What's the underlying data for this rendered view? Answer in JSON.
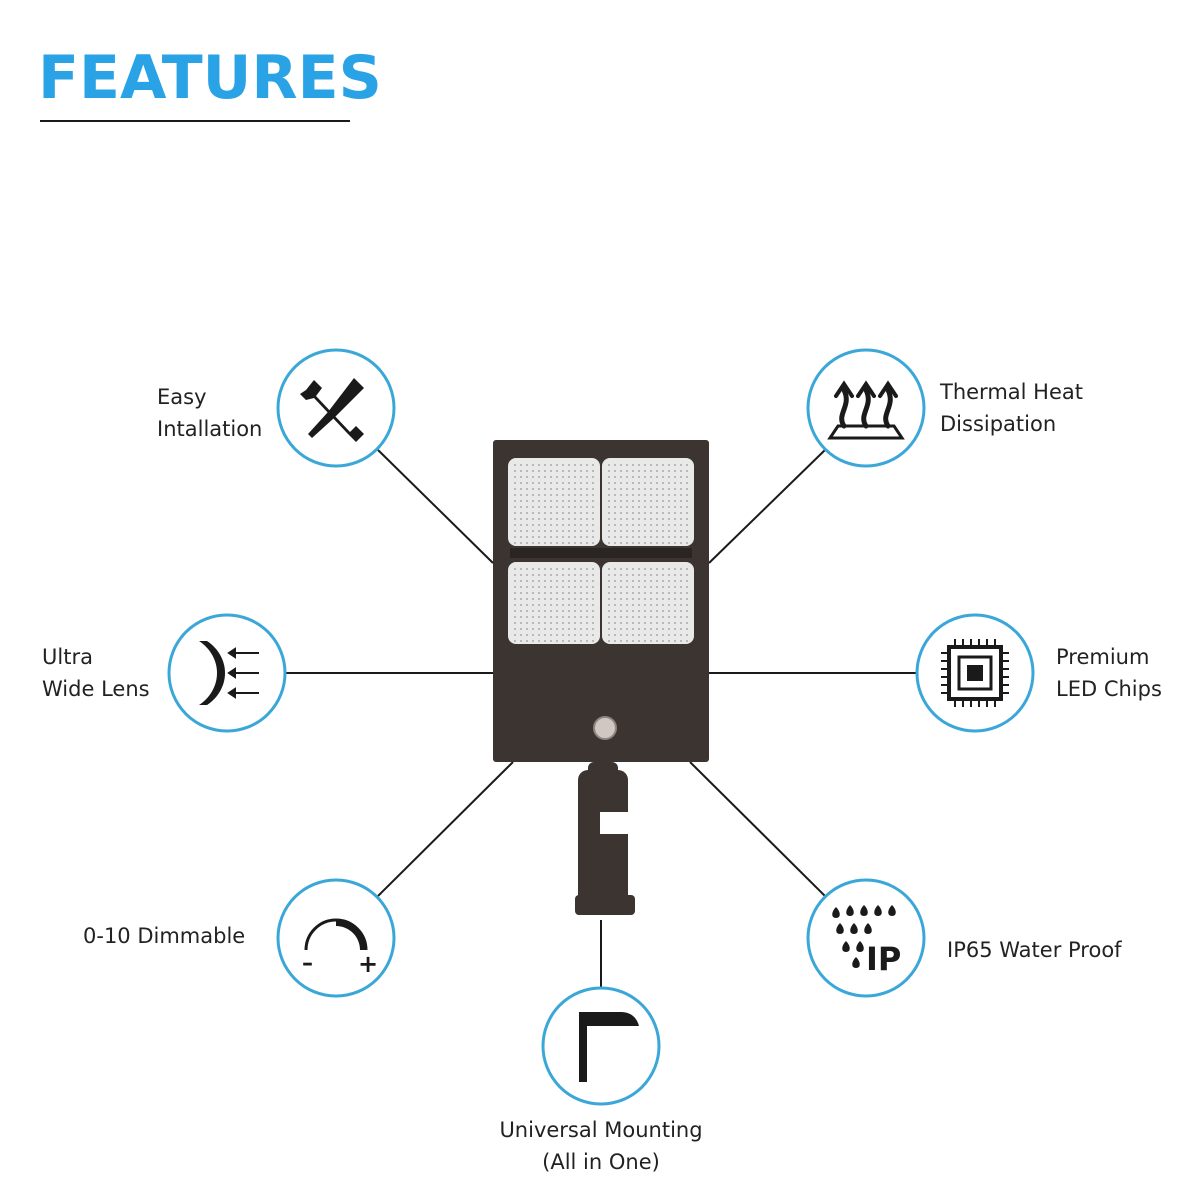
{
  "page": {
    "heading": "FEATURES",
    "accent_color": "#2aa3e6",
    "circle_stroke": "#3aa7d8",
    "line_color": "#1a1a1a",
    "fixture_color": "#3b3431"
  },
  "features": [
    {
      "id": "easy-installation",
      "icon": "wrench-screwdriver-icon",
      "lines": [
        "Easy",
        "Intallation"
      ]
    },
    {
      "id": "thermal-heat-dissipation",
      "icon": "heat-arrows-icon",
      "lines": [
        "Thermal Heat",
        "Dissipation"
      ]
    },
    {
      "id": "ultra-wide-lens",
      "icon": "lens-icon",
      "lines": [
        "Ultra",
        "Wide Lens"
      ]
    },
    {
      "id": "premium-led-chips",
      "icon": "chip-icon",
      "lines": [
        "Premium",
        "LED Chips"
      ]
    },
    {
      "id": "dimmable",
      "icon": "dimmer-icon",
      "lines": [
        "0-10 Dimmable"
      ]
    },
    {
      "id": "ip65-water-proof",
      "icon": "water-drops-ip-icon",
      "lines": [
        "IP65 Water Proof"
      ]
    },
    {
      "id": "universal-mounting",
      "icon": "pole-mount-icon",
      "lines": [
        "Universal Mounting",
        "(All in One)"
      ]
    }
  ],
  "icon_text": {
    "dimmer_minus": "–",
    "dimmer_plus": "+",
    "ip": "IP"
  }
}
